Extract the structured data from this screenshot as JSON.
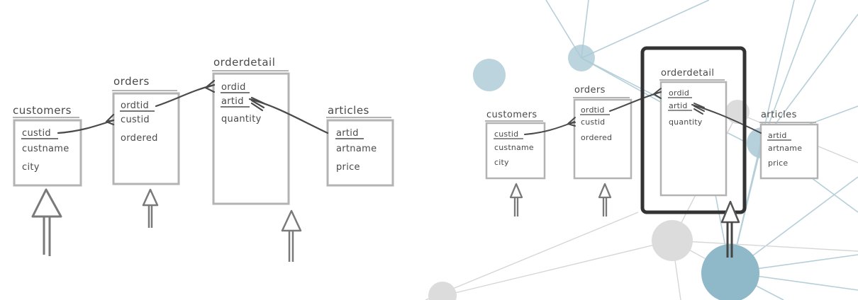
{
  "left_diagram": {
    "tables": [
      {
        "name": "customers",
        "key": "custid",
        "fields": [
          "custname",
          "city"
        ]
      },
      {
        "name": "orders",
        "key": "ordtid",
        "fields": [
          "custid",
          "ordered"
        ]
      },
      {
        "name": "orderdetail",
        "key": "ordid",
        "fields": [
          "artid",
          "quantity"
        ]
      },
      {
        "name": "articles",
        "key": "artid",
        "fields": [
          "artname",
          "price"
        ]
      }
    ]
  },
  "right_diagram": {
    "tables": [
      {
        "name": "customers",
        "key": "custid",
        "fields": [
          "custname",
          "city"
        ]
      },
      {
        "name": "orders",
        "key": "ordtid",
        "fields": [
          "custid",
          "ordered"
        ]
      },
      {
        "name": "orderdetail",
        "key": "ordid",
        "fields": [
          "artid",
          "quantity"
        ]
      },
      {
        "name": "articles",
        "key": "artid",
        "fields": [
          "artname",
          "price"
        ]
      }
    ],
    "highlighted_table": "orderdetail"
  },
  "colors": {
    "ink": "#4a4a4a",
    "box_border": "#b3b3b3",
    "arrow": "#7a7a7a",
    "network_line": "#a9c7d3",
    "network_node_blue": "#aac9d6",
    "network_node_grey": "#dcdcdc",
    "highlight_frame": "#333333"
  },
  "icons": [
    "up-arrow-icon"
  ]
}
